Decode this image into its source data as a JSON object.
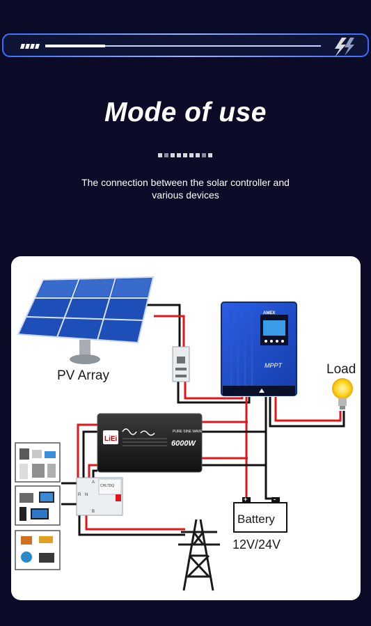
{
  "header": {
    "title": "Mode of use",
    "subtitle_line1": "The connection between the solar controller and",
    "subtitle_line2": "various devices"
  },
  "diagram": {
    "pv_label": "PV Array",
    "load_label": "Load",
    "battery_label": "Battery",
    "battery_voltage": "12V/24V",
    "controller_brand": "AMEX",
    "controller_mppt": "MPPT",
    "inverter_brand": "LiEi",
    "inverter_wave": "PURE SINE WAVE",
    "inverter_power": "6000W",
    "ats_brand": "CHLTDQ",
    "ats_r": "R",
    "ats_n": "N",
    "ats_a": "A",
    "ats_b": "B",
    "battery_plus": "+",
    "battery_minus": "-"
  },
  "colors": {
    "background": "#0b0b28",
    "wire_red": "#e0161b",
    "wire_black": "#111111",
    "controller_blue": "#1f4fd6",
    "panel_blue": "#2c6bd8"
  }
}
